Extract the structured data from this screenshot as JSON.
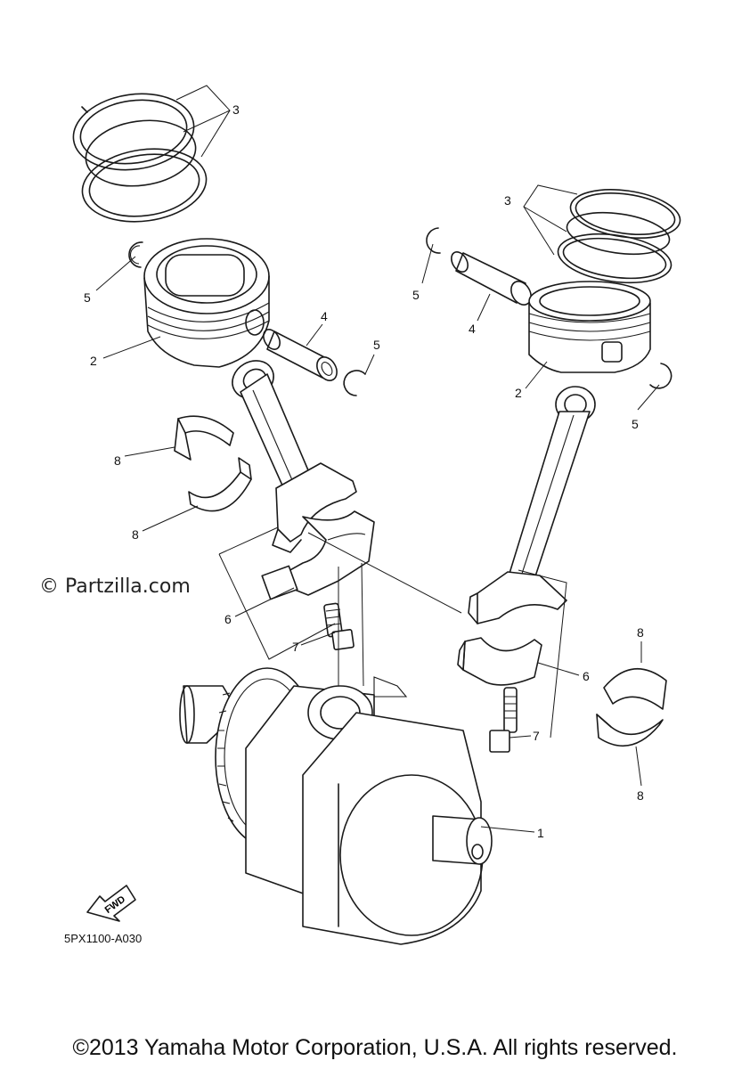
{
  "watermark": "© Partzilla.com",
  "part_code": "5PX1100-A030",
  "copyright": "©2013 Yamaha Motor Corporation, U.S.A. All rights reserved.",
  "fwd_label": "FWD",
  "callouts": {
    "c1": "1",
    "c2a": "2",
    "c2b": "2",
    "c3a": "3",
    "c3b": "3",
    "c4a": "4",
    "c4b": "4",
    "c5a": "5",
    "c5b": "5",
    "c5c": "5",
    "c5d": "5",
    "c6a": "6",
    "c6b": "6",
    "c7a": "7",
    "c7b": "7",
    "c8a": "8",
    "c8b": "8",
    "c8c": "8",
    "c8d": "8"
  }
}
